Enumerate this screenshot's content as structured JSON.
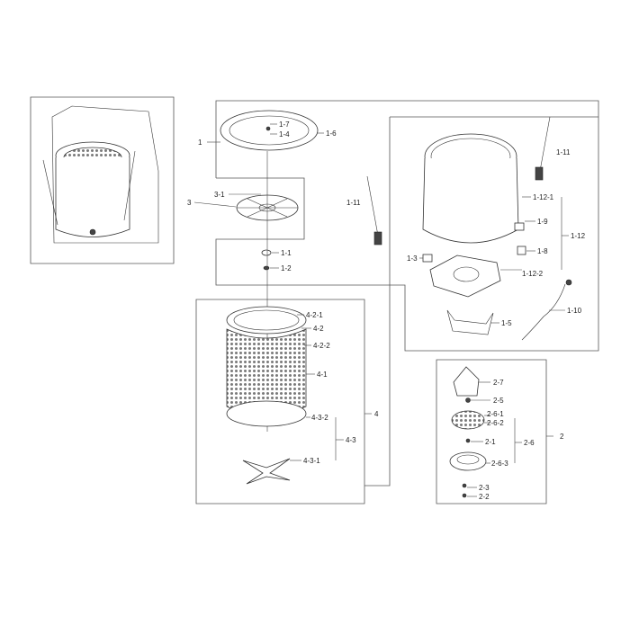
{
  "labels": {
    "l_1": "1",
    "l_1_7": "1-7",
    "l_1_4": "1-4",
    "l_1_6": "1-6",
    "l_3": "3",
    "l_3_1": "3-1",
    "l_1_11a": "1-11",
    "l_1_1": "1-1",
    "l_1_2": "1-2",
    "l_1_11b": "1-11",
    "l_1_12_1": "1-12-1",
    "l_1_9": "1-9",
    "l_1_12": "1-12",
    "l_1_8": "1-8",
    "l_1_3": "1-3",
    "l_1_12_2": "1-12-2",
    "l_1_5": "1-5",
    "l_1_10": "1-10",
    "l_4_2_1": "4-2-1",
    "l_4_2": "4-2",
    "l_4_2_2": "4-2-2",
    "l_4_1": "4-1",
    "l_4": "4",
    "l_4_3_2": "4-3-2",
    "l_4_3": "4-3",
    "l_4_3_1": "4-3-1",
    "l_2_7": "2-7",
    "l_2_5": "2-5",
    "l_2_6_1": "2-6-1",
    "l_2_6_2": "2-6-2",
    "l_2_1": "2-1",
    "l_2_6": "2-6",
    "l_2": "2",
    "l_2_6_3": "2-6-3",
    "l_2_3": "2-3",
    "l_2_2": "2-2"
  }
}
